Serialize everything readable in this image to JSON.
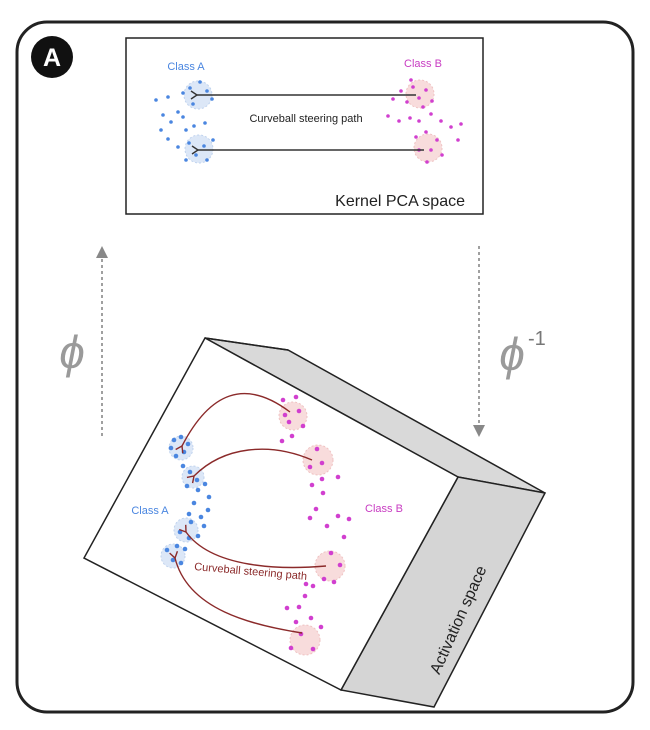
{
  "panel": {
    "badge": "A"
  },
  "kpca": {
    "space_label": "Kernel PCA space",
    "class_a_label": "Class A",
    "class_b_label": "Class B",
    "path_label": "Curveball steering path"
  },
  "activation": {
    "space_label": "Activation space",
    "class_a_label": "Class A",
    "class_b_label": "Class B",
    "path_label": "Curveball steering path"
  },
  "maps": {
    "forward_symbol": "ϕ",
    "inverse_symbol": "ϕ",
    "inverse_superscript": "-1"
  },
  "colors": {
    "class_a": "#4a86e0",
    "class_b": "#d13fcf",
    "class_a_halo": "#dce7f7",
    "class_b_halo": "#f8dcdc",
    "kpca_arrow": "#333333",
    "activation_arrow": "#8b2a2a",
    "map_arrow": "#888888",
    "box_side": "#dcdcdc"
  }
}
